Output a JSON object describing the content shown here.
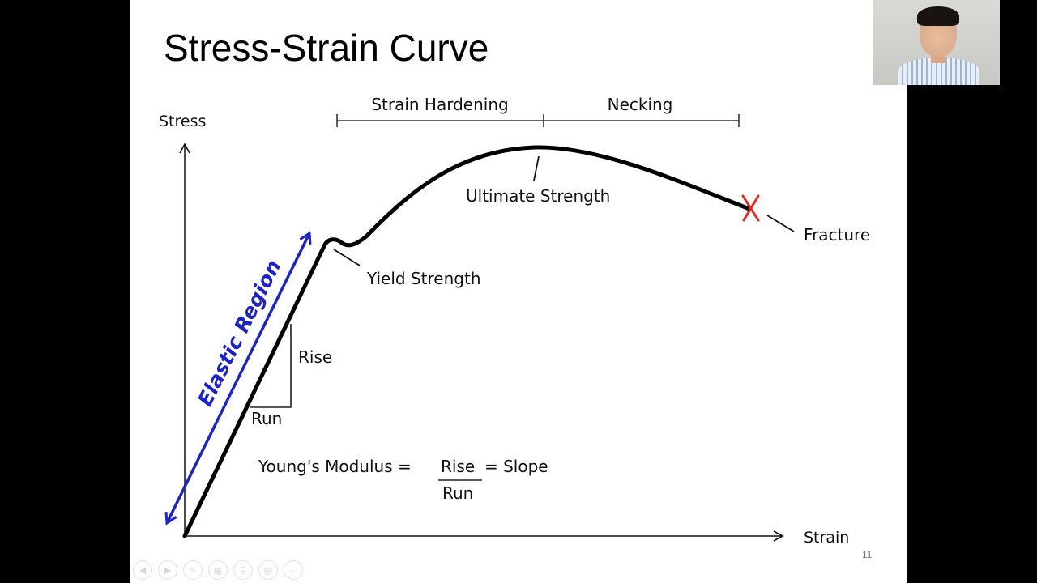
{
  "slide": {
    "title": "Stress-Strain Curve",
    "page_number": "11"
  },
  "diagram": {
    "y_axis_label": "Stress",
    "x_axis_label": "Strain",
    "regions": {
      "strain_hardening": "Strain Hardening",
      "necking": "Necking"
    },
    "labels": {
      "elastic_region": "Elastic Region",
      "yield_strength": "Yield Strength",
      "ultimate_strength": "Ultimate Strength",
      "fracture": "Fracture",
      "rise": "Rise",
      "run": "Run"
    },
    "formula": {
      "lhs": "Young's Modulus =",
      "numerator": "Rise",
      "rhs": "= Slope",
      "denominator": "Run"
    },
    "colors": {
      "elastic_arrow": "#1c22cc",
      "fracture_mark": "#e8281c",
      "curve": "#000000"
    }
  },
  "controls": {
    "icons": [
      "previous-icon",
      "next-icon",
      "pen-icon",
      "slides-grid-icon",
      "zoom-icon",
      "subtitles-icon",
      "more-icon"
    ]
  }
}
